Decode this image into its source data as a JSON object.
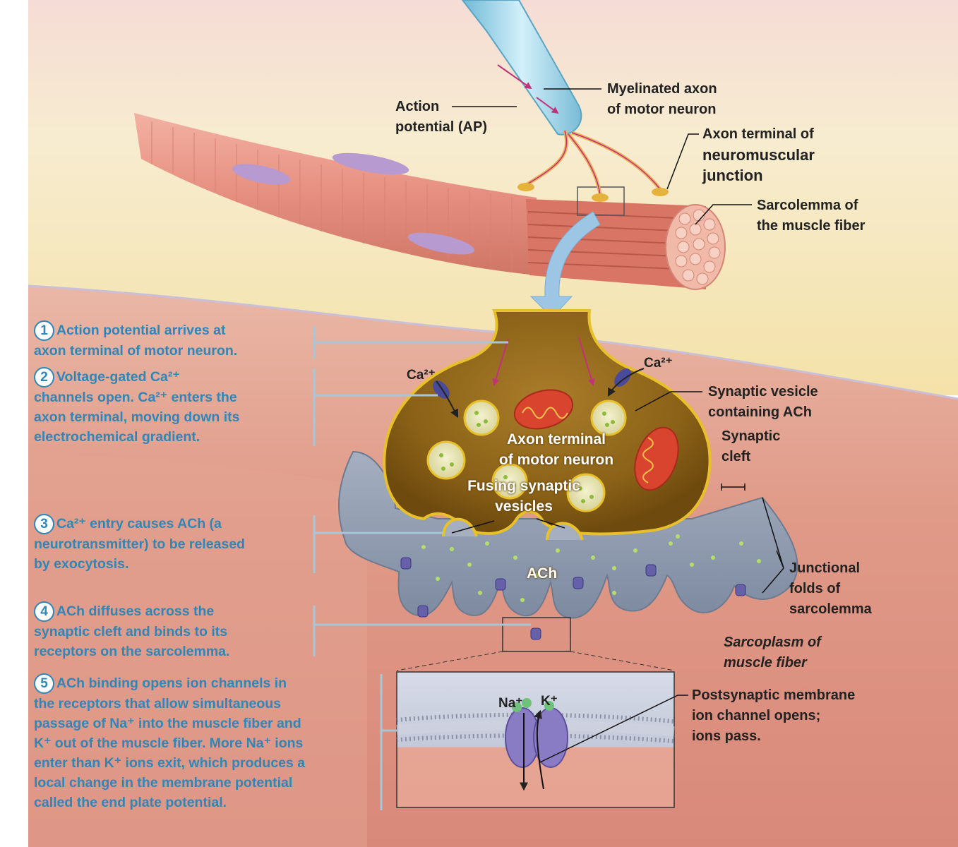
{
  "labels": {
    "action_potential": [
      "Action",
      "potential (AP)"
    ],
    "myelinated_axon": [
      "Myelinated axon",
      "of motor neuron"
    ],
    "axon_terminal_nmj": [
      "Axon terminal of",
      "neuromuscular",
      "junction"
    ],
    "sarcolemma_fiber": [
      "Sarcolemma of",
      "the muscle fiber"
    ],
    "ca_left": "Ca²⁺",
    "ca_right": "Ca²⁺",
    "synaptic_vesicle": [
      "Synaptic vesicle",
      "containing ACh"
    ],
    "synaptic_cleft": [
      "Synaptic",
      "cleft"
    ],
    "axon_terminal_motor": [
      "Axon terminal",
      "of motor neuron"
    ],
    "fusing_vesicles": [
      "Fusing synaptic",
      "vesicles"
    ],
    "ach": "ACh",
    "junctional_folds": [
      "Junctional",
      "folds of",
      "sarcolemma"
    ],
    "sarcoplasm": [
      "Sarcoplasm of",
      "muscle fiber"
    ],
    "na_ion": "Na⁺",
    "k_ion": "K⁺",
    "postsynaptic": [
      "Postsynaptic membrane",
      "ion channel opens;",
      "ions pass."
    ]
  },
  "steps": [
    {
      "num": "1",
      "lines": [
        "Action potential arrives at",
        "axon terminal of motor neuron."
      ]
    },
    {
      "num": "2",
      "lines": [
        "Voltage-gated Ca²⁺",
        "channels open. Ca²⁺ enters the",
        "axon terminal, moving down its",
        "electrochemical gradient."
      ]
    },
    {
      "num": "3",
      "lines": [
        "Ca²⁺ entry causes ACh (a",
        "neurotransmitter) to be released",
        "by exocytosis."
      ]
    },
    {
      "num": "4",
      "lines": [
        "ACh diffuses across the",
        "synaptic cleft and binds to its",
        "receptors on the sarcolemma."
      ]
    },
    {
      "num": "5",
      "lines": [
        "ACh binding opens ion channels in",
        "the receptors that allow simultaneous",
        "passage of Na⁺ into the muscle fiber and",
        "K⁺ out of the muscle fiber. More Na⁺ ions",
        "enter than K⁺ ions exit, which produces a",
        "local change in the membrane potential",
        "called the end plate potential."
      ]
    }
  ],
  "colors": {
    "step_text": "#2f86b8",
    "terminal_gold": "#c9961e",
    "muscle_pink": "#e0978a",
    "cleft_gray": "#8e9cb0"
  }
}
